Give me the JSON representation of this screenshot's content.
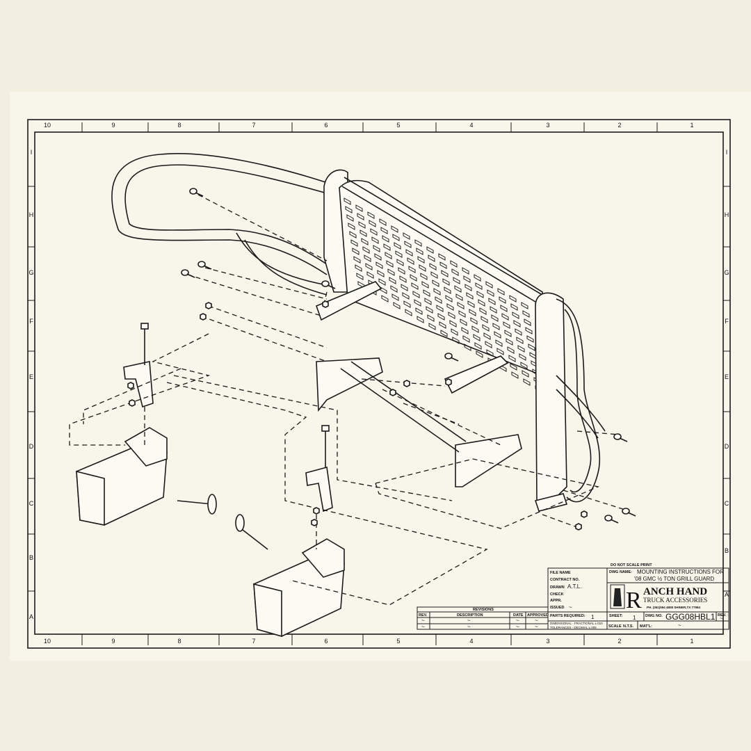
{
  "border": {
    "columns": [
      "10",
      "9",
      "8",
      "7",
      "6",
      "5",
      "4",
      "3",
      "2",
      "1"
    ],
    "rows": [
      "I",
      "H",
      "G",
      "F",
      "E",
      "D",
      "C",
      "B",
      "A"
    ]
  },
  "notice": "DO NOT SCALE PRINT",
  "title_block": {
    "file_name_label": "FILE NAME",
    "contract_label": "CONTRACT NO.",
    "drawn_label": "DRAWN",
    "drawn_value": "A.T.L.",
    "check_label": "CHECK",
    "appr_label": "APPR.",
    "issued_label": "ISSUED",
    "issued_value": "~",
    "dwg_name_label": "DWG NAME:",
    "dwg_name_line1": "MOUNTING INSTRUCTIONS FOR",
    "dwg_name_line2": "'08 GMC ½ TON GRILL GUARD",
    "parts_required_label": "PARTS REQUIRED:",
    "parts_required_value": "1",
    "tolerances_line1": "DIMENSIONAL - FRACTIONAL ±.010",
    "tolerances_line2": "TOLERANCES - DECIMAL ±.005",
    "sheet_label": "SHEET:",
    "sheet_value": "1",
    "scale_label": "SCALE",
    "scale_value": "N.T.S.",
    "mat_label": "MAT'L:",
    "mat_value": "~",
    "dwg_no_label": "DWG NO.",
    "dwg_no_value": "GGG08HBL1",
    "rev_label": "REV.",
    "rev_value": "~"
  },
  "logo": {
    "initial": "R",
    "name": "ANCH HAND",
    "subtitle": "TRUCK ACCESSORIES",
    "contact": "PH. (361)594 4808 SHINER,TX 77984"
  },
  "revisions": {
    "title": "REVISIONS",
    "headers": [
      "REV.",
      "DESCRIPTION",
      "DATE",
      "APPROVED"
    ],
    "rows": [
      [
        "~",
        "~",
        "~",
        "~"
      ],
      [
        "~",
        "~",
        "~",
        "~"
      ]
    ]
  }
}
